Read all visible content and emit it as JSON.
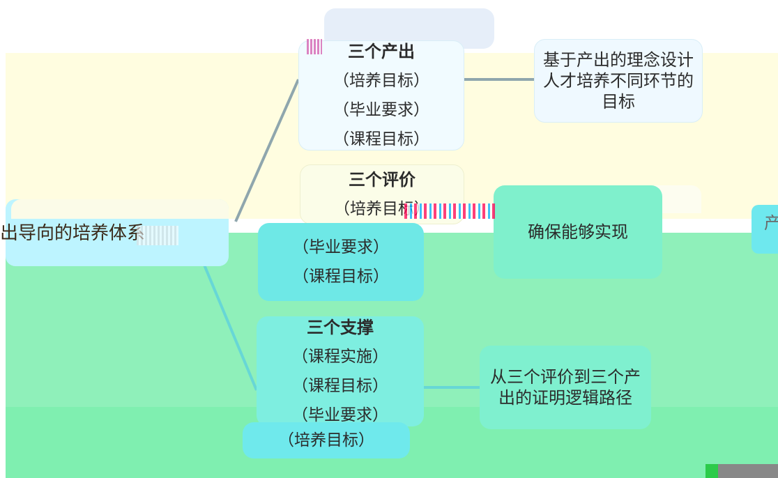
{
  "root": {
    "label": "出导向的培养体系"
  },
  "outputs": {
    "title": "三个产出",
    "items": [
      "（培养目标）",
      "（毕业要求）",
      "（课程目标）"
    ],
    "description": "基于产出的理念设计人才培养不同环节的目标"
  },
  "evaluations": {
    "title": "三个评价",
    "items": [
      "（培养目标）",
      "（毕业要求）",
      "（课程目标）"
    ],
    "description": "确保能够实现"
  },
  "supports": {
    "title": "三个支撑",
    "items": [
      "（课程实施）",
      "（课程目标）",
      "（毕业要求）",
      "（培养目标）"
    ],
    "description": "从三个评价到三个产出的证明逻辑路径"
  },
  "right_stub": {
    "label": "产"
  },
  "colors": {
    "band_yellow": "#fffde0",
    "band_green": "#8ff0ba",
    "node_light_blue": "#f1fbff",
    "link": "#8fa6ad"
  }
}
